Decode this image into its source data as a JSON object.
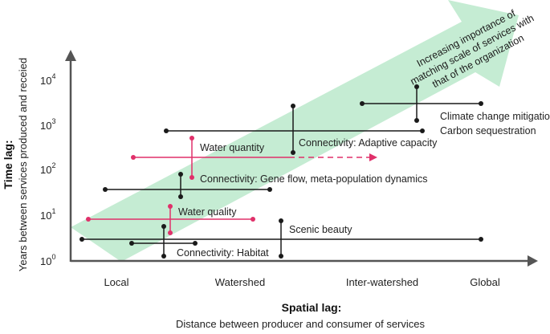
{
  "colors": {
    "black": "#1a1a1a",
    "pink": "#e0306a",
    "arrow_fill": "#c5ecd3",
    "axis": "#555555"
  },
  "big_arrow_text": [
    "Increasing importance of",
    "matching scale of services with",
    "that of the organization"
  ],
  "y_axis": {
    "title": "Time lag:",
    "subtitle": "Years between services produced and receied",
    "ticks": [
      {
        "base": "10",
        "exp": "0"
      },
      {
        "base": "10",
        "exp": "1"
      },
      {
        "base": "10",
        "exp": "2"
      },
      {
        "base": "10",
        "exp": "3"
      },
      {
        "base": "10",
        "exp": "4"
      }
    ]
  },
  "x_axis": {
    "title": "Spatial lag:",
    "subtitle": "Distance between producer and consumer of services",
    "ticks": [
      "Local",
      "Watershed",
      "Inter-watershed",
      "Global"
    ]
  },
  "services": [
    {
      "label": "Climate change mitigation",
      "color": "black"
    },
    {
      "label": "Carbon sequestration",
      "color": "black"
    },
    {
      "label": "Connectivity: Adaptive capacity",
      "color": "black"
    },
    {
      "label": "Water quantity",
      "color": "pink"
    },
    {
      "label": "Connectivity: Gene flow, meta-population dynamics",
      "color": "black"
    },
    {
      "label": "Water quality",
      "color": "pink"
    },
    {
      "label": "Scenic beauty",
      "color": "black"
    },
    {
      "label": "Connectivity: Habitat",
      "color": "black"
    }
  ]
}
